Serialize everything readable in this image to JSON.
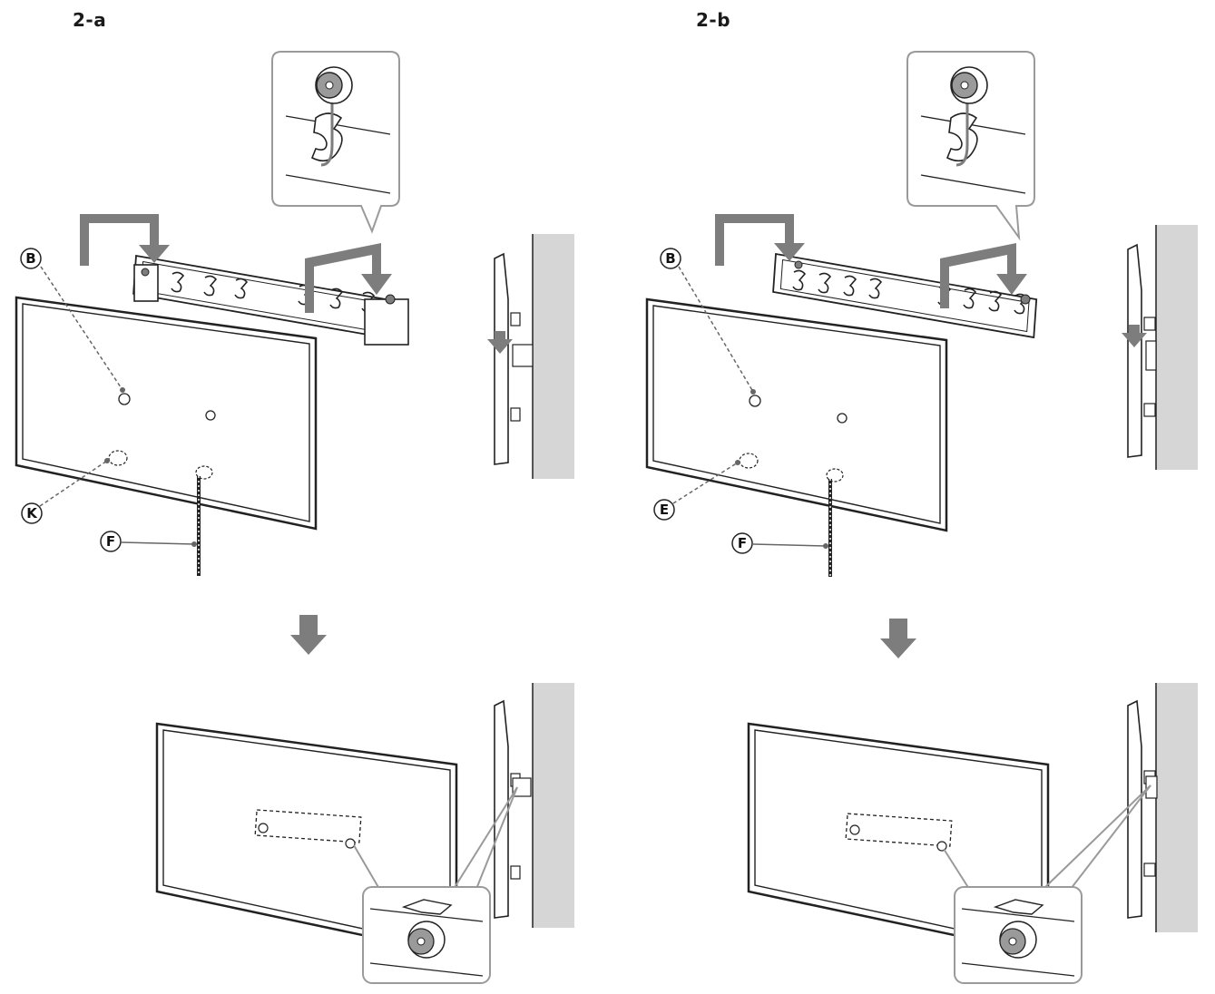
{
  "panels": [
    {
      "label": "2-a",
      "callouts": {
        "bolt": "B",
        "spacer": "K",
        "strap": "F"
      }
    },
    {
      "label": "2-b",
      "callouts": {
        "bolt": "B",
        "spacer": "E",
        "strap": "F"
      }
    }
  ],
  "colors": {
    "arrow": "#7d7d7d",
    "wall": "#d6d6d6",
    "line": "#222222",
    "zoom_frame": "#9a9a9a"
  }
}
